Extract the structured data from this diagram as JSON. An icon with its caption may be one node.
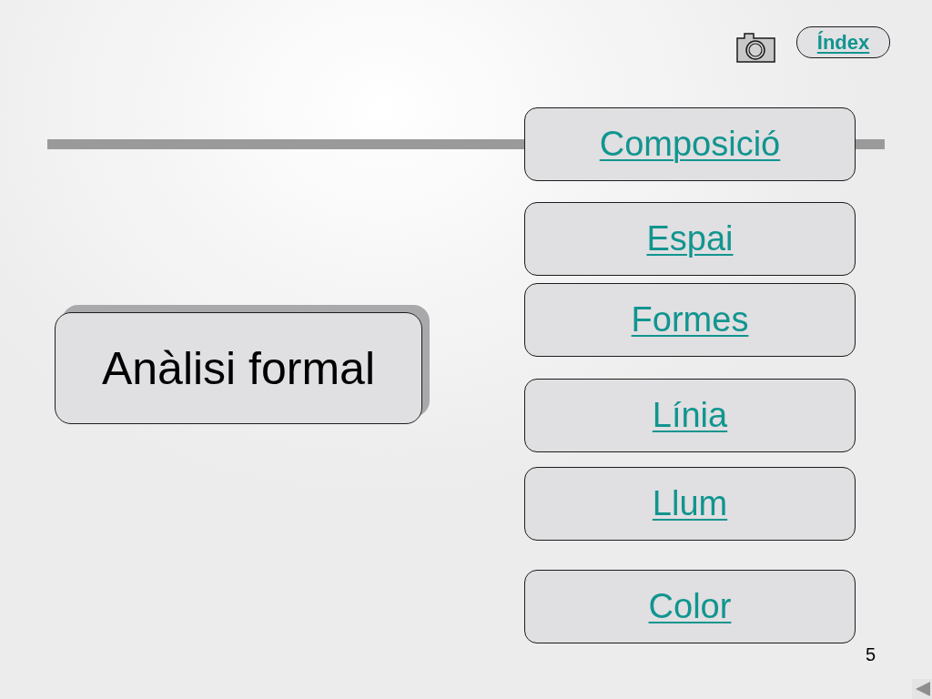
{
  "diagram": {
    "nodes": [
      {
        "text": [
          "Anàlisi formal"
        ]
      },
      {
        "text": [
          "Composició"
        ]
      },
      {
        "text": [
          "Espai"
        ]
      },
      {
        "text": [
          "Formes"
        ]
      },
      {
        "text": [
          "Línia"
        ]
      },
      {
        "text": [
          "Llum"
        ]
      },
      {
        "text": [
          "Color"
        ]
      },
      {
        "text": [
          "Índex"
        ]
      }
    ],
    "labels": [
      "5"
    ]
  }
}
